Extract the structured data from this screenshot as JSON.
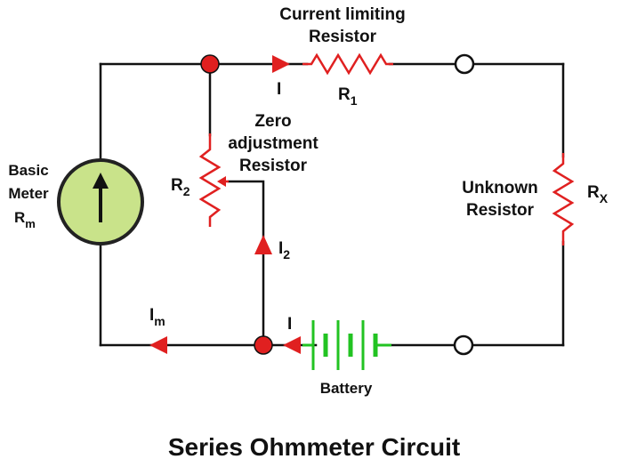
{
  "title": "Series Ohmmeter Circuit",
  "labels": {
    "current_limiting_line1": "Current limiting",
    "current_limiting_line2": "Resistor",
    "r1": "R",
    "r1_sub": "1",
    "zero_adj_line1": "Zero",
    "zero_adj_line2": "adjustment",
    "zero_adj_line3": "Resistor",
    "r2": "R",
    "r2_sub": "2",
    "basic_meter_line1": "Basic",
    "basic_meter_line2": "Meter",
    "rm": "R",
    "rm_sub": "m",
    "unknown_line1": "Unknown",
    "unknown_line2": "Resistor",
    "rx": "R",
    "rx_sub": "X",
    "battery": "Battery",
    "current_i_top": "I",
    "current_i_bottom": "I",
    "current_i2": "I",
    "current_i2_sub": "2",
    "current_im": "I",
    "current_im_sub": "m"
  },
  "colors": {
    "wire": "#111111",
    "resistor": "#e02020",
    "node": "#e02020",
    "meter_fill": "#c9e38a",
    "battery": "#22c322",
    "arrow": "#e02020"
  }
}
